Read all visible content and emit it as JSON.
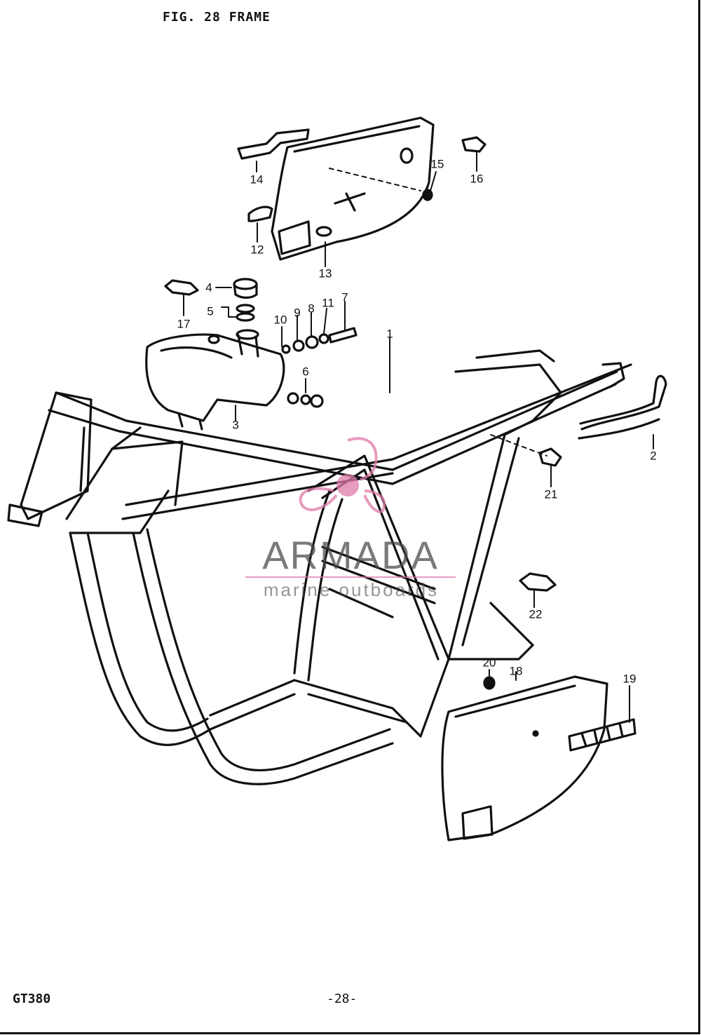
{
  "header": {
    "figure_title": "FIG. 28 FRAME"
  },
  "footer": {
    "model": "GT380",
    "page": "-28-"
  },
  "watermark": {
    "brand": "ARMADA",
    "tagline": "marine outboards",
    "brand_color": "#e07aa8",
    "text_color": "#555555"
  },
  "callouts": [
    {
      "id": "1",
      "label": "1"
    },
    {
      "id": "2",
      "label": "2"
    },
    {
      "id": "3",
      "label": "3"
    },
    {
      "id": "4",
      "label": "4"
    },
    {
      "id": "5",
      "label": "5"
    },
    {
      "id": "6",
      "label": "6"
    },
    {
      "id": "7",
      "label": "7"
    },
    {
      "id": "8",
      "label": "8"
    },
    {
      "id": "9",
      "label": "9"
    },
    {
      "id": "10",
      "label": "10"
    },
    {
      "id": "11",
      "label": "11"
    },
    {
      "id": "12",
      "label": "12"
    },
    {
      "id": "13",
      "label": "13"
    },
    {
      "id": "14",
      "label": "14"
    },
    {
      "id": "15",
      "label": "15"
    },
    {
      "id": "16",
      "label": "16"
    },
    {
      "id": "17",
      "label": "17"
    },
    {
      "id": "18",
      "label": "18"
    },
    {
      "id": "19",
      "label": "19"
    },
    {
      "id": "20",
      "label": "20"
    },
    {
      "id": "21",
      "label": "21"
    },
    {
      "id": "22",
      "label": "22"
    }
  ]
}
